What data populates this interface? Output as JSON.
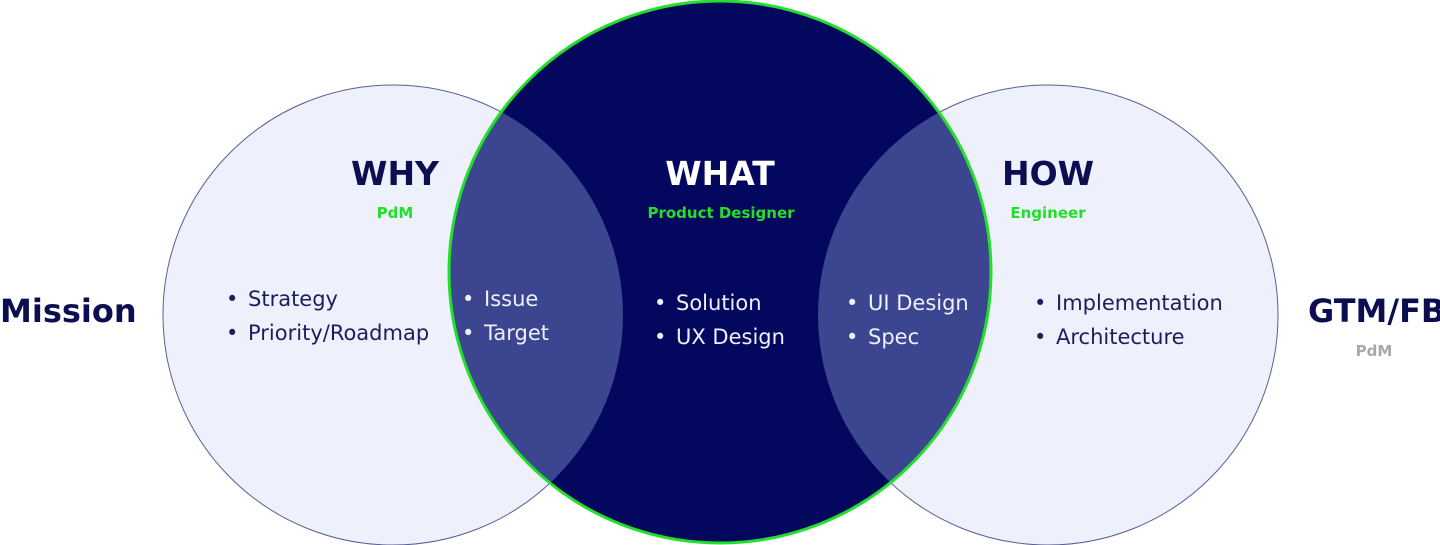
{
  "colors": {
    "navy": "#03085e",
    "overlap": "#3c4590",
    "light_fill": "#eef1fc",
    "green": "#22e02a",
    "grey": "#a8a8a8"
  },
  "left_label": "Mission",
  "right_label": {
    "title": "GTM/FB",
    "role": "PdM"
  },
  "why": {
    "title": "WHY",
    "role": "PdM",
    "items": [
      "Strategy",
      "Priority/Roadmap"
    ]
  },
  "why_what": {
    "items": [
      "Issue",
      "Target"
    ]
  },
  "what": {
    "title": "WHAT",
    "role": "Product Designer",
    "items": [
      "Solution",
      "UX Design"
    ]
  },
  "what_how": {
    "items": [
      "UI Design",
      "Spec"
    ]
  },
  "how": {
    "title": "HOW",
    "role": "Engineer",
    "items": [
      "Implementation",
      "Architecture"
    ]
  }
}
